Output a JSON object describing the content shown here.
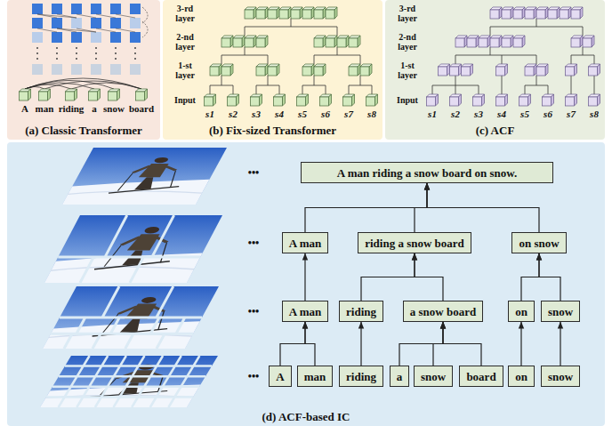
{
  "diagram": {
    "nodes": [
      {
        "text": [
          "(a) Classic Transformer"
        ]
      },
      {
        "text": [
          "(b) Fix-sized Transformer"
        ]
      },
      {
        "text": [
          "(c) ACF"
        ]
      },
      {
        "text": [
          "(d) ACF-based IC"
        ]
      },
      {
        "text": [
          "A man riding a snow board on snow."
        ],
        "in": 3
      },
      {
        "text": [
          "A man"
        ],
        "in": 3
      },
      {
        "text": [
          "riding a snow board"
        ],
        "in": 3
      },
      {
        "text": [
          "on snow"
        ],
        "in": 3
      },
      {
        "text": [
          "A man"
        ],
        "in": 3
      },
      {
        "text": [
          "riding"
        ],
        "in": 3
      },
      {
        "text": [
          "a snow board"
        ],
        "in": 3
      },
      {
        "text": [
          "on"
        ],
        "in": 3
      },
      {
        "text": [
          "snow"
        ],
        "in": 3
      },
      {
        "text": [
          "A"
        ],
        "in": 3
      },
      {
        "text": [
          "man"
        ],
        "in": 3
      },
      {
        "text": [
          "riding"
        ],
        "in": 3
      },
      {
        "text": [
          "a"
        ],
        "in": 3
      },
      {
        "text": [
          "snow"
        ],
        "in": 3
      },
      {
        "text": [
          "board"
        ],
        "in": 3
      },
      {
        "text": [
          "on"
        ],
        "in": 3
      },
      {
        "text": [
          "snow"
        ],
        "in": 3
      }
    ],
    "edges": [
      {
        "from": 5,
        "to": 4,
        "arrow": "to"
      },
      {
        "from": 6,
        "to": 4,
        "arrow": "to"
      },
      {
        "from": 7,
        "to": 4,
        "arrow": "to"
      },
      {
        "from": 8,
        "to": 5,
        "arrow": "to"
      },
      {
        "from": 9,
        "to": 6,
        "arrow": "to"
      },
      {
        "from": 10,
        "to": 6,
        "arrow": "to"
      },
      {
        "from": 11,
        "to": 7,
        "arrow": "to"
      },
      {
        "from": 12,
        "to": 7,
        "arrow": "to"
      },
      {
        "from": 13,
        "to": 8,
        "arrow": "to"
      },
      {
        "from": 14,
        "to": 8,
        "arrow": "to"
      },
      {
        "from": 15,
        "to": 9,
        "arrow": "to"
      },
      {
        "from": 16,
        "to": 10,
        "arrow": "to"
      },
      {
        "from": 17,
        "to": 10,
        "arrow": "to"
      },
      {
        "from": 18,
        "to": 10,
        "arrow": "to"
      },
      {
        "from": 19,
        "to": 11,
        "arrow": "to"
      },
      {
        "from": 20,
        "to": 12,
        "arrow": "to"
      }
    ],
    "labels": [
      "A",
      "man",
      "riding",
      "a",
      "snow",
      "board",
      "3-rd layer",
      "2-nd layer",
      "1-st layer",
      "Input",
      "s1",
      "s2",
      "s3",
      "s4",
      "s5",
      "s6",
      "s7",
      "s8",
      "3-rd layer",
      "2-nd layer",
      "1-st layer",
      "Input",
      "s1",
      "s2",
      "s3",
      "s4",
      "s5",
      "s6",
      "s7",
      "s8",
      "•••",
      "•••",
      "•••",
      "•••"
    ]
  }
}
